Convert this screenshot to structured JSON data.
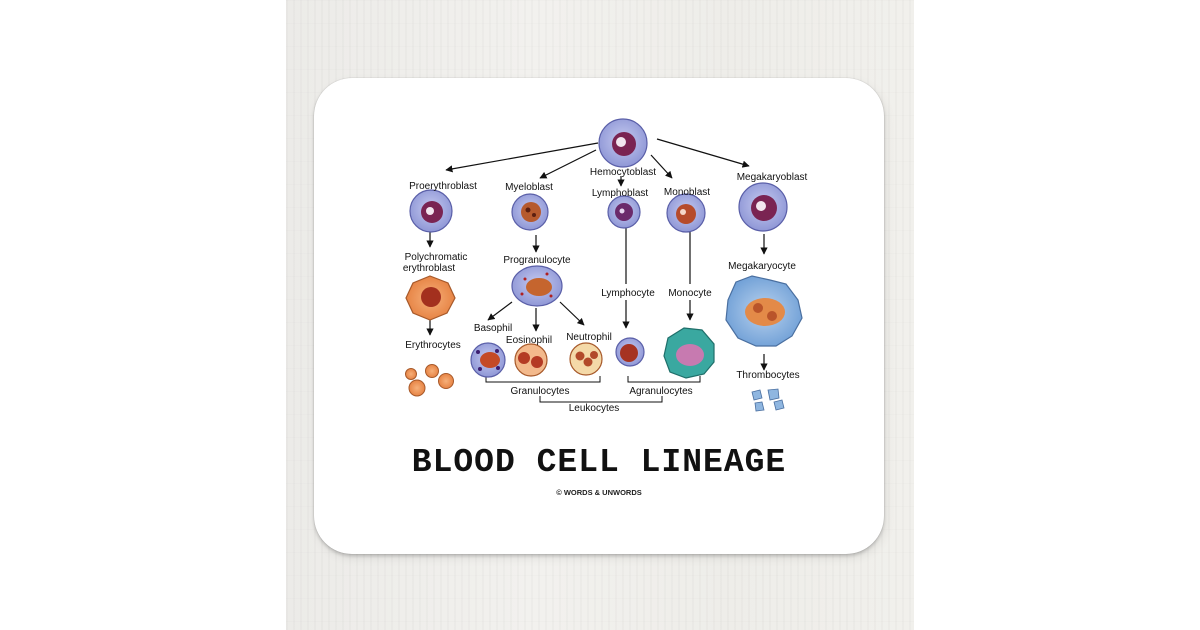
{
  "title": "BLOOD CELL LINEAGE",
  "credit": "© WORDS & UNWORDS",
  "labels": {
    "hemocytoblast": "Hemocytoblast",
    "proerythroblast": "Proerythroblast",
    "myeloblast": "Myeloblast",
    "lymphoblast": "Lymphoblast",
    "monoblast": "Monoblast",
    "megakaryoblast": "Megakaryoblast",
    "polychromatic_1": "Polychromatic",
    "polychromatic_2": "erythroblast",
    "progranulocyte": "Progranulocyte",
    "megakaryocyte": "Megakaryocyte",
    "lymphocyte": "Lymphocyte",
    "monocyte": "Monocyte",
    "basophil": "Basophil",
    "eosinophil": "Eosinophil",
    "neutrophil": "Neutrophil",
    "erythrocytes": "Erythrocytes",
    "thrombocytes": "Thrombocytes",
    "granulocytes": "Granulocytes",
    "agranulocytes": "Agranulocytes",
    "leukocytes": "Leukocytes"
  },
  "colors": {
    "blast_cytoplasm": "#aab2e6",
    "blast_nucleus": "#7a2452",
    "erythroid": "#f09a5e",
    "neutrophil": "#f4d9a8",
    "monocyte_teal": "#3aa8a0",
    "megakaryocyte": "#8fb6e0"
  }
}
